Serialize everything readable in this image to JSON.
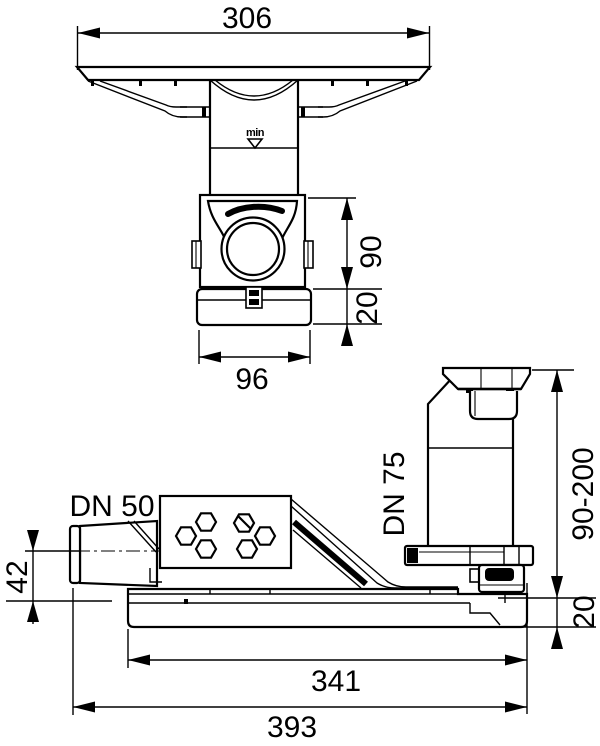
{
  "drawing": {
    "type": "technical-drawing",
    "subject": "floor drain with horizontal inlet and vertical outlet, two orthographic views",
    "colors": {
      "line": "#000000",
      "background": "#ffffff"
    }
  },
  "labels": {
    "top_width": "306",
    "trap_height": "90",
    "trap_base_height": "20",
    "trap_width": "96",
    "min_mark": "min",
    "inlet": "DN 50",
    "outlet": "DN 75",
    "inlet_height": "42",
    "height_range": "90-200",
    "plate_height": "20",
    "inner_length": "341",
    "total_length": "393"
  }
}
